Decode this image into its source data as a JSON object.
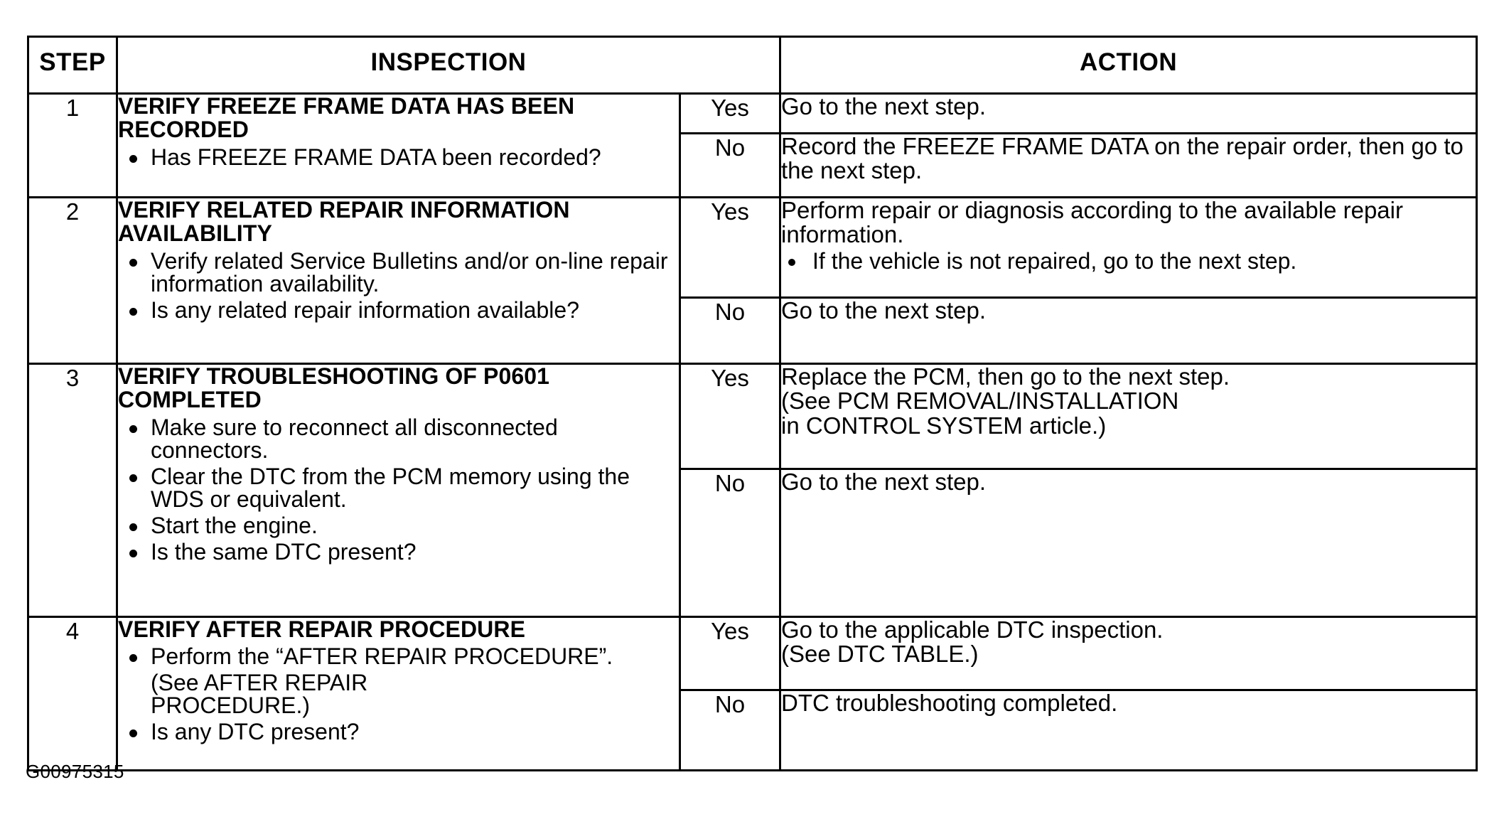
{
  "table": {
    "headers": {
      "step": "STEP",
      "inspection": "INSPECTION",
      "action": "ACTION"
    },
    "rows": [
      {
        "step": "1",
        "inspection_title": "VERIFY FREEZE FRAME DATA HAS BEEN RECORDED",
        "inspection_bullets": [
          "Has FREEZE FRAME DATA been recorded?"
        ],
        "answers": [
          {
            "label": "Yes",
            "action_text": "Go to the next step.",
            "action_bullets": []
          },
          {
            "label": "No",
            "action_text": "Record the FREEZE FRAME DATA on the repair order, then go to the next step.",
            "action_bullets": []
          }
        ]
      },
      {
        "step": "2",
        "inspection_title": "VERIFY RELATED REPAIR INFORMATION AVAILABILITY",
        "inspection_bullets": [
          "Verify related Service Bulletins and/or on-line repair information availability.",
          "Is any related repair information available?"
        ],
        "answers": [
          {
            "label": "Yes",
            "action_text": "Perform repair or diagnosis according to the available repair information.",
            "action_bullets": [
              "If the vehicle is not repaired, go to the next step."
            ]
          },
          {
            "label": "No",
            "action_text": "Go to the next step.",
            "action_bullets": []
          }
        ]
      },
      {
        "step": "3",
        "inspection_title": "VERIFY TROUBLESHOOTING OF P0601 COMPLETED",
        "inspection_bullets": [
          "Make sure to reconnect all disconnected connectors.",
          "Clear the DTC from the PCM memory using the WDS or equivalent.",
          "Start the engine.",
          "Is the same DTC present?"
        ],
        "answers": [
          {
            "label": "Yes",
            "action_text": "Replace the PCM, then go to the next step.\n(See PCM REMOVAL/INSTALLATION\nin CONTROL SYSTEM article.)",
            "action_bullets": []
          },
          {
            "label": "No",
            "action_text": "Go to the next step.",
            "action_bullets": []
          }
        ]
      },
      {
        "step": "4",
        "inspection_title": "VERIFY AFTER REPAIR PROCEDURE",
        "inspection_bullets": [
          "Perform the “AFTER REPAIR PROCEDURE”.",
          "Is any DTC present?"
        ],
        "inspection_sub_line": "(See  AFTER REPAIR\n   PROCEDURE.)",
        "answers": [
          {
            "label": "Yes",
            "action_text": "Go to the applicable DTC inspection.\n(See DTC TABLE.)",
            "action_bullets": []
          },
          {
            "label": "No",
            "action_text": "DTC troubleshooting completed.",
            "action_bullets": []
          }
        ]
      }
    ]
  },
  "caption": "G00975315"
}
